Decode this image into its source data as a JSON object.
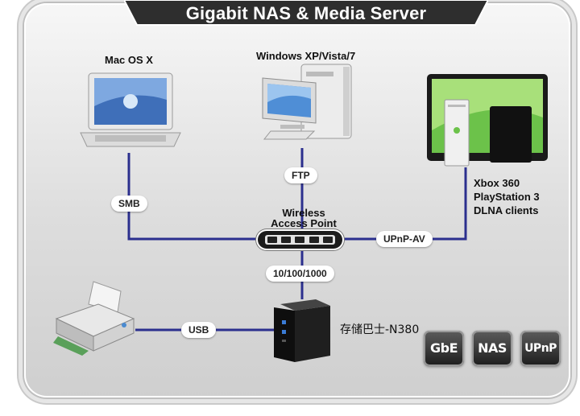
{
  "title": "Gigabit NAS & Media Server",
  "devices": {
    "mac": "Mac OS X",
    "windows": "Windows XP/Vista/7",
    "consoles": [
      "Xbox 360",
      "PlayStation 3",
      "DLNA clients"
    ],
    "nas": "存储巴士-N380",
    "access_point": [
      "Wireless",
      "Access Point"
    ]
  },
  "protocols": {
    "smb": "SMB",
    "ftp": "FTP",
    "upnp": "UPnP-AV",
    "lan": "10/100/1000",
    "usb": "USB"
  },
  "badges": [
    "GbE",
    "NAS",
    "UPnP"
  ],
  "colors": {
    "link": "#2b2f8e",
    "title_tab": "#2e2e2e",
    "panel": "#e0e0e0"
  }
}
